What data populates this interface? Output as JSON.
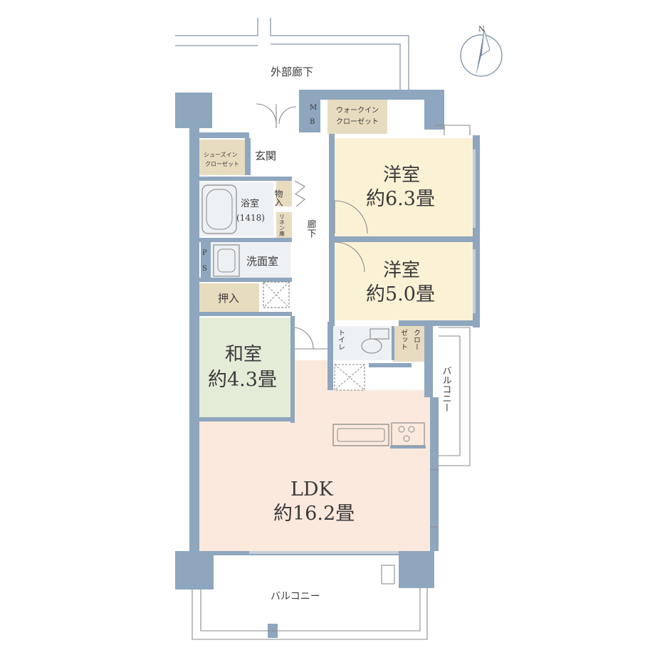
{
  "labels": {
    "exterior_corridor": "外部廊下",
    "mb_m": "M",
    "mb_b": "B",
    "walk_in_closet_1": "ウォークイン",
    "walk_in_closet_2": "クローゼット",
    "shoe_closet_1": "シューズイン",
    "shoe_closet_2": "クローゼット",
    "entrance": "玄関",
    "storage": "物入",
    "bath": "浴室",
    "bath_size": "(1418)",
    "linen": "リネン庫",
    "hallway": "廊下",
    "ps_p": "P",
    "ps_s": "S",
    "washroom": "洗面室",
    "oshiire": "押入",
    "toilet": "トイレ",
    "closet_1": "クロー",
    "closet_2": "ゼット",
    "balcony_side": "バルコニー",
    "balcony_main": "バルコニー",
    "compass_n": "N"
  },
  "rooms": {
    "western1_name": "洋室",
    "western1_size": "約6.3畳",
    "western2_name": "洋室",
    "western2_size": "約5.0畳",
    "japanese_name": "和室",
    "japanese_size": "約4.3畳",
    "ldk_name": "LDK",
    "ldk_size": "約16.2畳"
  },
  "colors": {
    "wall": "#8ea6be",
    "western": "#fbf2d6",
    "japanese": "#e4ecd8",
    "ldk": "#fbe9dd",
    "storage": "#e8dcc0",
    "wet": "#eef1f4"
  }
}
